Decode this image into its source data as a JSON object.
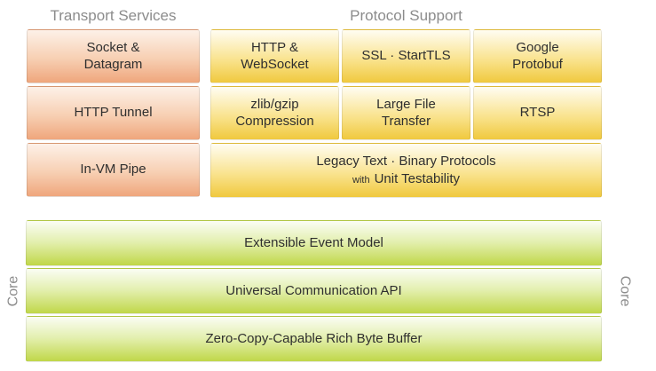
{
  "diagram": {
    "transport": {
      "title": "Transport Services",
      "items": [
        {
          "label": "Socket &\nDatagram"
        },
        {
          "label": "HTTP Tunnel"
        },
        {
          "label": "In-VM Pipe"
        }
      ]
    },
    "protocol": {
      "title": "Protocol Support",
      "items": [
        {
          "label": "HTTP &\nWebSocket"
        },
        {
          "label": "SSL · StartTLS"
        },
        {
          "label": "Google\nProtobuf"
        },
        {
          "label": "zlib/gzip\nCompression"
        },
        {
          "label": "Large File\nTransfer"
        },
        {
          "label": "RTSP"
        }
      ],
      "legacy": {
        "line1": "Legacy Text · Binary Protocols",
        "with_prefix": "with",
        "line2": "Unit Testability"
      }
    },
    "core": {
      "label_left": "Core",
      "label_right": "Core",
      "items": [
        {
          "label": "Extensible Event Model"
        },
        {
          "label": "Universal Communication API"
        },
        {
          "label": "Zero-Copy-Capable Rich Byte Buffer"
        }
      ]
    },
    "colors": {
      "transport_gradient_top": "#fdf1e8",
      "transport_gradient_bottom": "#efa67c",
      "protocol_gradient_top": "#fffdf2",
      "protocol_gradient_bottom": "#f0c93e",
      "core_gradient_top": "#fbfdf4",
      "core_gradient_bottom": "#c0d749",
      "title_text": "#8c8c8c",
      "box_text": "#2f2f2f"
    }
  }
}
